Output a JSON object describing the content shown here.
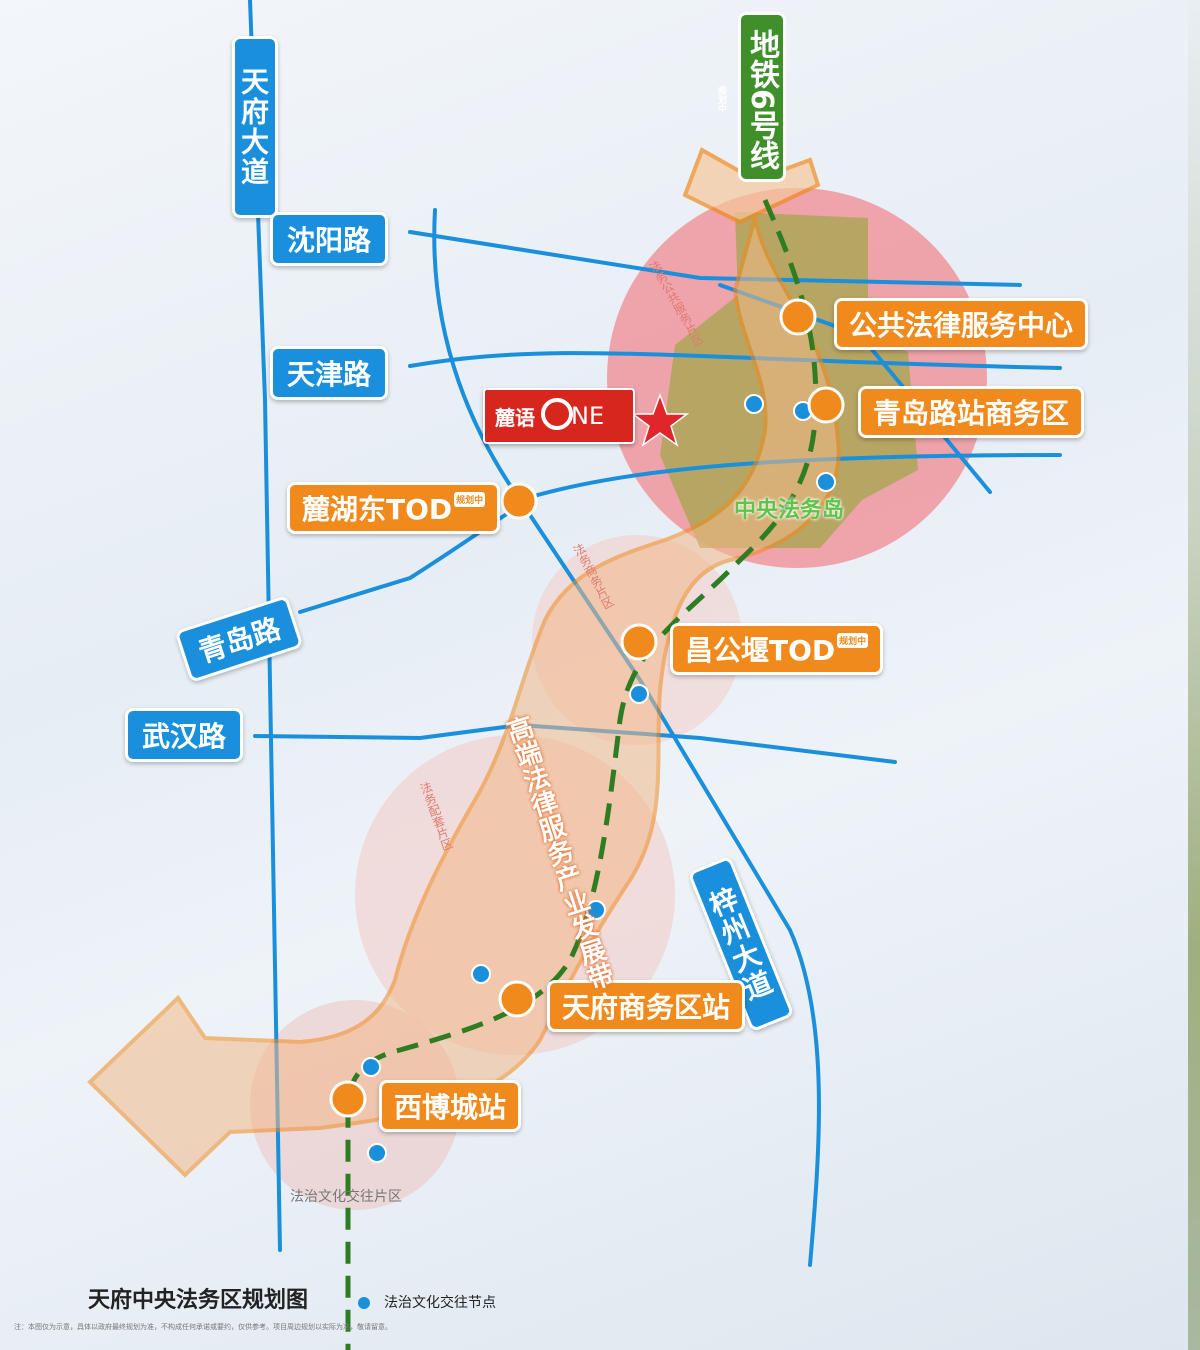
{
  "map_title": "天府中央法务区规划图",
  "metro_line": {
    "label": "地铁6号线",
    "sub_label": "规划中",
    "color": "#3f8f2a"
  },
  "roads": {
    "tianfu_avenue": "天府大道",
    "shenyang_road": "沈阳路",
    "tianjin_road": "天津路",
    "qingdao_road": "青岛路",
    "wuhan_road": "武汉路",
    "zizhou_avenue": "梓州大道"
  },
  "stations": [
    {
      "label": "公共法律服务中心",
      "tag": ""
    },
    {
      "label": "青岛路站商务区",
      "tag": ""
    },
    {
      "label": "麓湖东TOD",
      "tag": "规划中"
    },
    {
      "label": "昌公堰TOD",
      "tag": "规划中"
    },
    {
      "label": "天府商务区站",
      "tag": ""
    },
    {
      "label": "西博城站",
      "tag": ""
    }
  ],
  "project": {
    "name_cn": "麓语",
    "name_en": "NE"
  },
  "zones": {
    "central_island": "中央法务岛",
    "belt": "高端法律服务产业发展带",
    "north_zone": "法务公共服务片区",
    "mid_zone": "法务商务片区",
    "south_zone": "法务配套片区",
    "culture_zone": "法治文化交往片区"
  },
  "legend": {
    "node": "法治文化交往节点"
  },
  "footnote": "注：本图仅为示意，具体以政府最终规划为准，不构成任何承诺或要约，仅供参考。项目周边规划以实际为准，敬请留意。",
  "colors": {
    "road": "#1a8fdc",
    "station": "#f08a1c",
    "metro": "#3f8f2a",
    "central_circle": "#ee6f78",
    "belt": "#f08a1c"
  }
}
